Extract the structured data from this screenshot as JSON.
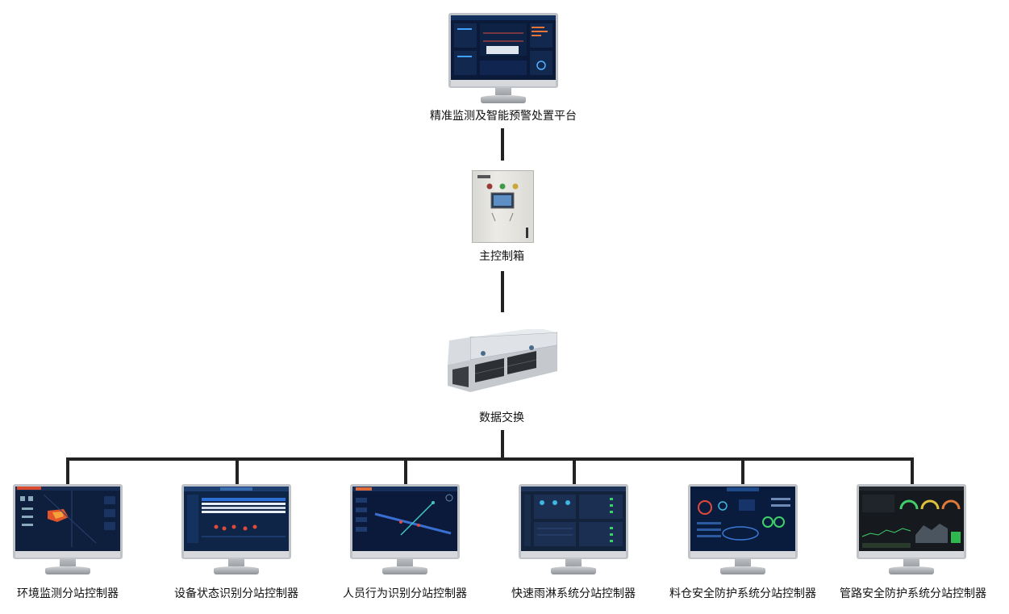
{
  "nodes": {
    "platform": "精准监测及智能预警处置平台",
    "main_box": "主控制箱",
    "data_exchange": "数据交换"
  },
  "substations": [
    {
      "label": "环境监测分站控制器",
      "icon": "monitor-icon"
    },
    {
      "label": "设备状态识别分站控制器",
      "icon": "monitor-icon"
    },
    {
      "label": "人员行为识别分站控制器",
      "icon": "monitor-icon"
    },
    {
      "label": "快速雨淋系统分站控制器",
      "icon": "monitor-icon"
    },
    {
      "label": "料仓安全防护系统分站控制器",
      "icon": "monitor-icon"
    },
    {
      "label": "管路安全防护系统分站控制器",
      "icon": "monitor-icon"
    }
  ],
  "colors": {
    "line": "#222222",
    "screen_dark": "#0b1a35",
    "cabinet": "#e4e3de"
  }
}
